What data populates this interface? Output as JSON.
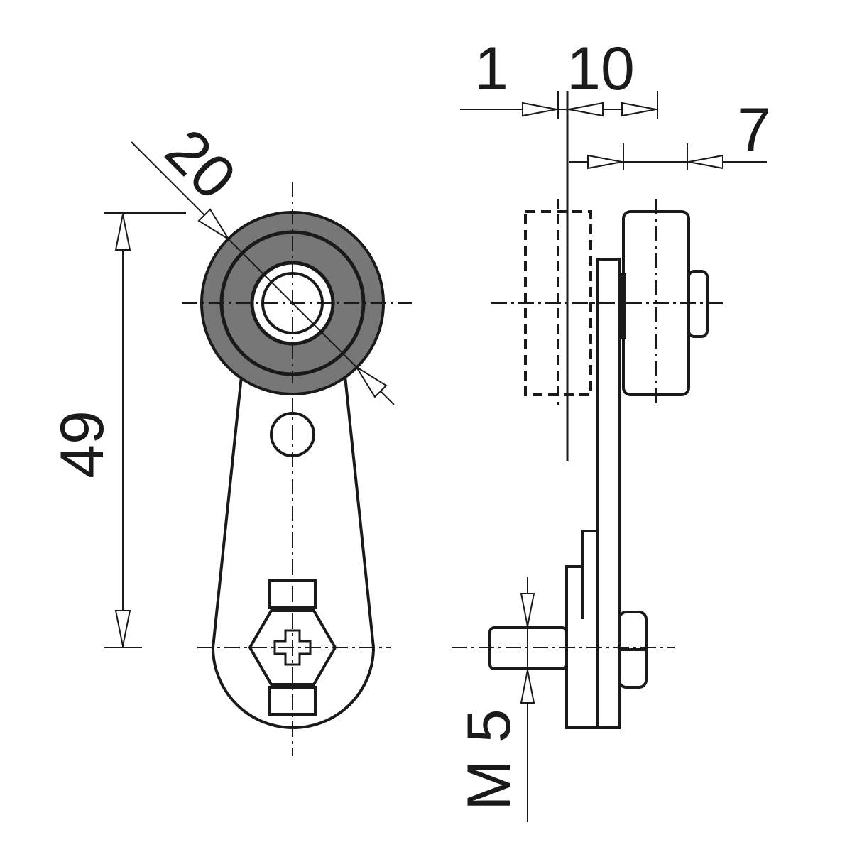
{
  "dimensions": {
    "roller_diameter": "20",
    "arm_length": "49",
    "offset_left": "1",
    "roller_offset": "10",
    "roller_width": "7",
    "thread": "M 5"
  },
  "colors": {
    "line": "#1a1a1a",
    "roller_fill": "#777777",
    "background": "#ffffff"
  }
}
